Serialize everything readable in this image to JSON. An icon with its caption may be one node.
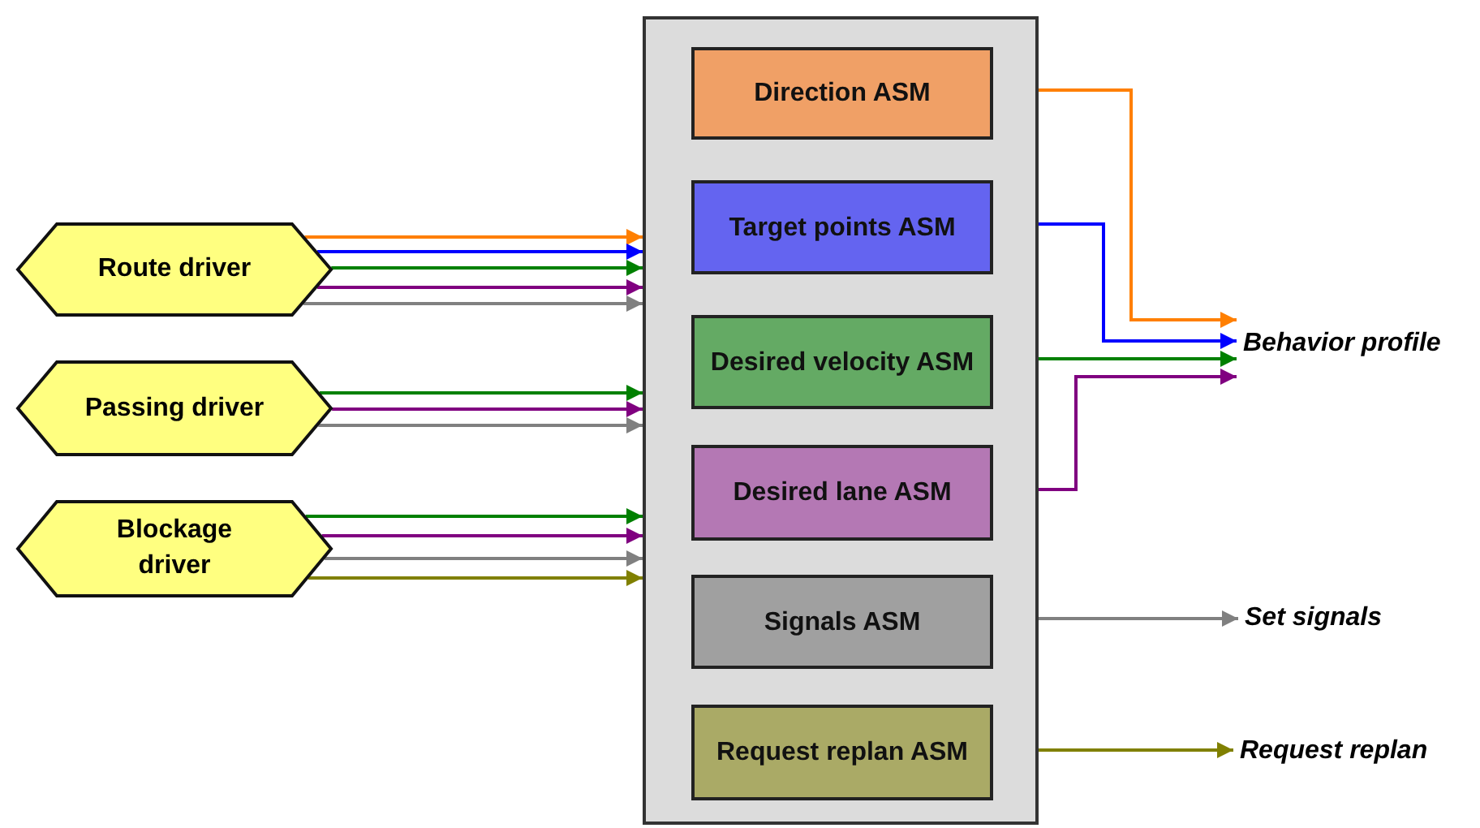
{
  "diagram": {
    "nodes": [
      {
        "text": [],
        "shape": "box"
      },
      {
        "text": [
          "Direction ASM"
        ],
        "in": 0
      },
      {
        "text": [
          "Target points ASM"
        ],
        "in": 0
      },
      {
        "text": [
          "Desired velocity ASM"
        ],
        "in": 0
      },
      {
        "text": [
          "Desired lane ASM"
        ],
        "in": 0
      },
      {
        "text": [
          "Signals ASM"
        ],
        "in": 0
      },
      {
        "text": [
          "Request replan ASM"
        ],
        "in": 0
      },
      {
        "text": [
          "Route driver"
        ]
      },
      {
        "text": [
          "Passing driver"
        ]
      },
      {
        "text": [
          "Blockage driver"
        ]
      },
      {
        "text": [
          "Behavior profile"
        ]
      },
      {
        "text": [
          "Set signals"
        ]
      },
      {
        "text": [
          "Request replan"
        ]
      }
    ],
    "edges": [
      {
        "from": 7,
        "to": 0,
        "arrow": "to",
        "color": "#ff7f00"
      },
      {
        "from": 7,
        "to": 0,
        "arrow": "to",
        "color": "#0000ff"
      },
      {
        "from": 7,
        "to": 0,
        "arrow": "to",
        "color": "#008000"
      },
      {
        "from": 7,
        "to": 0,
        "arrow": "to",
        "color": "#800080"
      },
      {
        "from": 7,
        "to": 0,
        "arrow": "to",
        "color": "#808080"
      },
      {
        "from": 8,
        "to": 0,
        "arrow": "to",
        "color": "#008000"
      },
      {
        "from": 8,
        "to": 0,
        "arrow": "to",
        "color": "#800080"
      },
      {
        "from": 8,
        "to": 0,
        "arrow": "to",
        "color": "#808080"
      },
      {
        "from": 9,
        "to": 0,
        "arrow": "to",
        "color": "#008000"
      },
      {
        "from": 9,
        "to": 0,
        "arrow": "to",
        "color": "#800080"
      },
      {
        "from": 9,
        "to": 0,
        "arrow": "to",
        "color": "#808080"
      },
      {
        "from": 9,
        "to": 0,
        "arrow": "to",
        "color": "#808000"
      },
      {
        "from": 1,
        "to": 10,
        "arrow": "to",
        "color": "#ff7f00"
      },
      {
        "from": 2,
        "to": 10,
        "arrow": "to",
        "color": "#0000ff"
      },
      {
        "from": 3,
        "to": 10,
        "arrow": "to",
        "color": "#008000"
      },
      {
        "from": 4,
        "to": 10,
        "arrow": "to",
        "color": "#800080"
      },
      {
        "from": 5,
        "to": 11,
        "arrow": "to",
        "color": "#808080"
      },
      {
        "from": 6,
        "to": 12,
        "arrow": "to",
        "color": "#808000"
      }
    ]
  }
}
